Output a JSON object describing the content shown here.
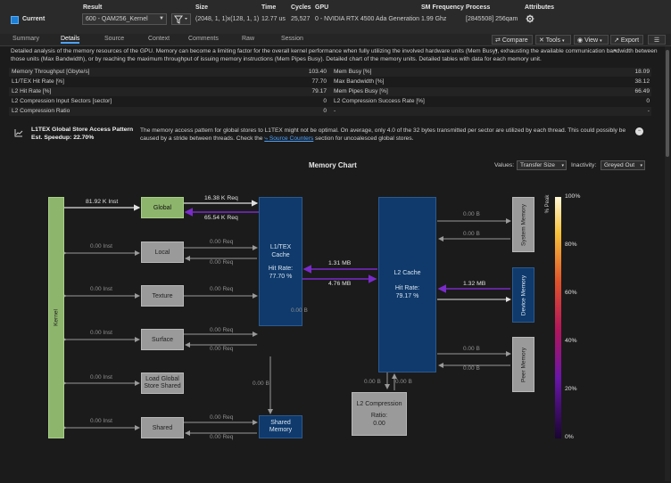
{
  "header": {
    "result_label": "Result",
    "current_label": "Current",
    "result_value": "600 - QAM256_Kernel",
    "size_label": "Size",
    "size_value": "(2048, 1, 1)x(128, 1, 1)",
    "time_label": "Time",
    "time_value": "12.77 us",
    "cycles_label": "Cycles",
    "cycles_value": "25,527",
    "gpu_label": "GPU",
    "gpu_value": "0 - NVIDIA RTX 4500 Ada Generation",
    "sm_freq_label": "SM Frequency",
    "sm_freq_value": "1.99 Ghz",
    "process_label": "Process",
    "process_value": "[2845508] 256qam",
    "attributes_label": "Attributes"
  },
  "tabs": [
    "Summary",
    "Details",
    "Source",
    "Context",
    "Comments",
    "Raw",
    "Session"
  ],
  "toolbar": {
    "compare": "Compare",
    "tools": "Tools",
    "view": "View",
    "export": "Export"
  },
  "description": "Detailed analysis of the memory resources of the GPU. Memory can become a limiting factor for the overall kernel performance when fully utilizing the involved hardware units (Mem Busy), exhausting the available communication bandwidth between those units (Max Bandwidth), or by reaching the maximum throughput of issuing memory instructions (Mem Pipes Busy). Detailed chart of the memory units. Detailed tables with data for each memory unit.",
  "metrics_left": [
    {
      "name": "Memory Throughput [Gbyte/s]",
      "value": "103.40"
    },
    {
      "name": "L1/TEX Hit Rate [%]",
      "value": "77.70"
    },
    {
      "name": "L2 Hit Rate [%]",
      "value": "79.17"
    },
    {
      "name": "L2 Compression Input Sectors [sector]",
      "value": "0"
    },
    {
      "name": "L2 Compression Ratio",
      "value": "0"
    }
  ],
  "metrics_right": [
    {
      "name": "Mem Busy [%]",
      "value": "18.09"
    },
    {
      "name": "Max Bandwidth [%]",
      "value": "38.12"
    },
    {
      "name": "Mem Pipes Busy [%]",
      "value": "66.49"
    },
    {
      "name": "L2 Compression Success Rate [%]",
      "value": "0"
    },
    {
      "name": "-",
      "value": "-"
    }
  ],
  "warning": {
    "title": "L1TEX Global Store Access Pattern",
    "speedup": "Est. Speedup: 22.70%",
    "text_a": "The memory access pattern for global stores to L1TEX might not be optimal. On average, only 4.0 of the 32 bytes transmitted per sector are utilized by each thread. This could possibly be caused by a stride between threads. Check the ",
    "link": "Source Counters",
    "text_b": " section for uncoalesced global stores."
  },
  "chart": {
    "title": "Memory Chart",
    "values_label": "Values:",
    "values_option": "Transfer Size",
    "inactivity_label": "Inactivity:",
    "inactivity_option": "Greyed Out",
    "kernel": "Kernel",
    "global": "Global",
    "local": "Local",
    "texture": "Texture",
    "surface": "Surface",
    "load_global_1": "Load Global",
    "load_global_2": "Store Shared",
    "shared": "Shared",
    "l1_1": "L1/TEX",
    "l1_2": "Cache",
    "l1_hit_1": "Hit Rate:",
    "l1_hit_2": "77.70 %",
    "shared_mem_1": "Shared",
    "shared_mem_2": "Memory",
    "l2": "L2 Cache",
    "l2_hit_1": "Hit Rate:",
    "l2_hit_2": "79.17 %",
    "l2c": "L2 Compression",
    "l2c_ratio_1": "Ratio:",
    "l2c_ratio_2": "0.00",
    "sysmem": "System Memory",
    "devmem": "Device Memory",
    "peermem": "Peer Memory",
    "inst_kernel_global": "81.92 K Inst",
    "inst_zero": "0.00 Inst",
    "req_global_1": "16.38 K Req",
    "req_global_2": "65.54 K Req",
    "req_zero": "0.00 Req",
    "l1_l2_a": "1.31 MB",
    "l1_l2_b": "4.76 MB",
    "l2_dev": "1.32 MB",
    "zero_b": "0.00 B",
    "scale_title": "% Peak",
    "scale": [
      "100%",
      "80%",
      "60%",
      "40%",
      "20%",
      "0%"
    ]
  },
  "colors": {
    "accent": "#4da3ff",
    "kernel": "#8db56c",
    "cache": "#0f3a6b",
    "purple": "#7a2bc9"
  }
}
